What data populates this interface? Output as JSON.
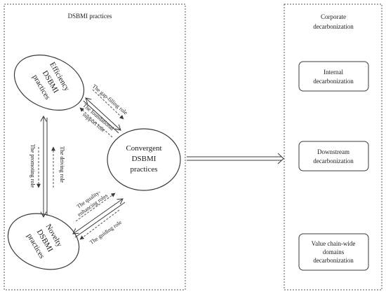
{
  "left_panel": {
    "title": "DSBMI practices",
    "nodes": {
      "efficiency": [
        "Efficiency",
        "DSBMI",
        "practices"
      ],
      "convergent": [
        "Convergent",
        "DSBMI",
        "practices"
      ],
      "novelty": [
        "Novelty",
        "DSBMI",
        "practices"
      ]
    },
    "roles": {
      "gap_filling": "The gap-filling role",
      "foundational": [
        "The foundational",
        "support role"
      ],
      "promoting": "The promoting role",
      "driving": "The driving role",
      "quality": [
        "The quality-",
        "enhancing roles"
      ],
      "guiding": "The guiding role"
    }
  },
  "right_panel": {
    "title": [
      "Corporate",
      "decarbonization"
    ],
    "items": [
      [
        "Internal",
        "decarbonization"
      ],
      [
        "Downstream",
        "decarbonization"
      ],
      [
        "Value chain-wide",
        "domains",
        "decarbonization"
      ]
    ]
  },
  "colors": {
    "stroke": "#3a3a3a",
    "dash": "#555555",
    "text": "#1a1a1a"
  }
}
